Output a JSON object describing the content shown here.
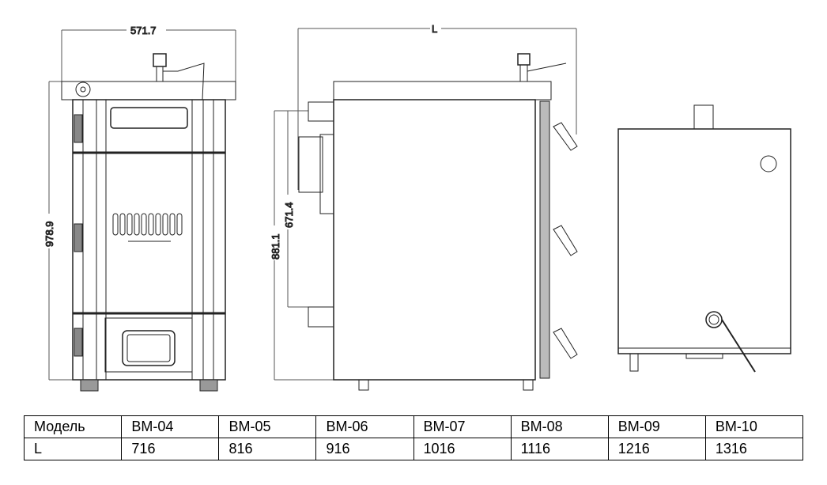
{
  "dimensions": {
    "front_width": "571.7",
    "front_height": "978.9",
    "side_length": "L",
    "side_height_outlet": "881.1",
    "side_pipe_spacing": "671.4"
  },
  "table": {
    "header_label": "Модель",
    "row_label": "L",
    "models": [
      "BM-04",
      "BM-05",
      "BM-06",
      "BM-07",
      "BM-08",
      "BM-09",
      "BM-10"
    ],
    "lengths": [
      "716",
      "816",
      "916",
      "1016",
      "1116",
      "1216",
      "1316"
    ]
  }
}
